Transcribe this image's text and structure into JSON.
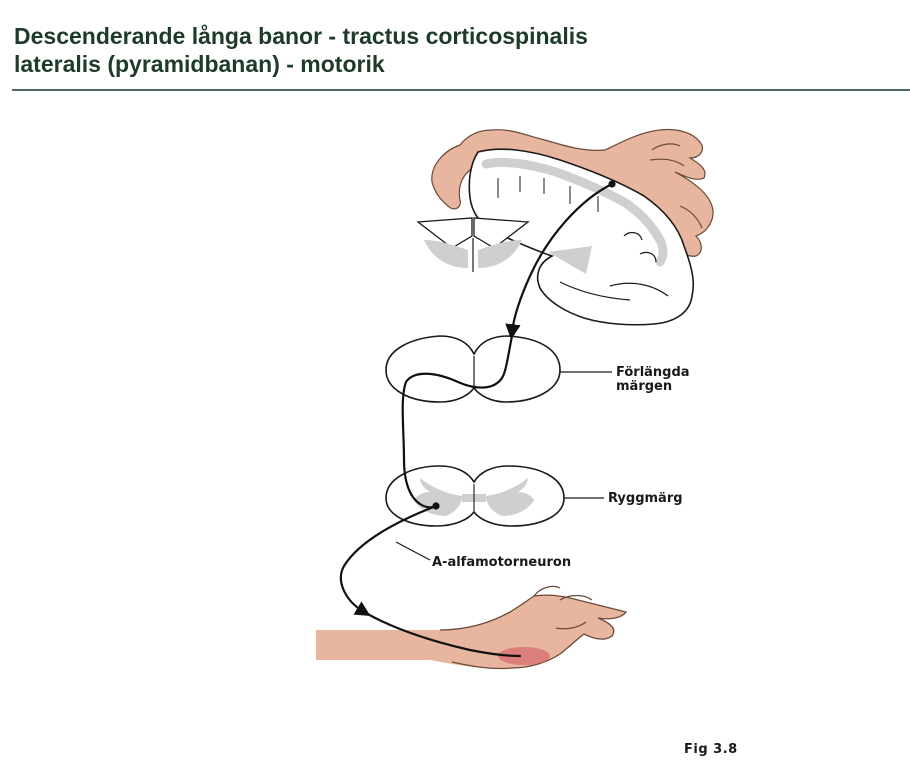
{
  "title": {
    "line1": "Descenderande långa banor - tractus corticospinalis",
    "line2": "lateralis (pyramidbanan) - motorik"
  },
  "diagram": {
    "labels": {
      "medulla": [
        "Förlängda",
        "märgen"
      ],
      "spinal_cord": "Ryggmärg",
      "motor_neuron": "A-alfamotorneuron"
    },
    "figure_number": "Fig 3.8"
  },
  "colors": {
    "title": "#1e3b2a",
    "skin": "#e8b59f",
    "gray_matter": "#cfcfcf",
    "muscle": "#d97878",
    "pathway": "#111111"
  }
}
